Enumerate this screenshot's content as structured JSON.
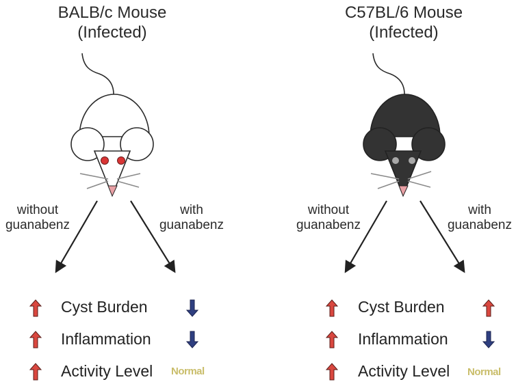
{
  "colors": {
    "up_arrow": "#d9473f",
    "down_arrow": "#2f3f80",
    "normal_text": "#c9bd6a",
    "white_mouse_body": "#ffffff",
    "black_mouse_body": "#333333",
    "white_mouse_eyes": "#d93535",
    "black_mouse_eyes": "#a8a8a8",
    "nose": "#e9a0a5"
  },
  "panels": [
    {
      "strain": "BALB/c Mouse",
      "status": "(Infected)",
      "mouse_color": "white",
      "branch_left": [
        "without",
        "guanabenz"
      ],
      "branch_right": [
        "with",
        "guanabenz"
      ],
      "outcomes": [
        {
          "label": "Cyst Burden",
          "without": "up",
          "with": "down"
        },
        {
          "label": "Inflammation",
          "without": "up",
          "with": "down"
        },
        {
          "label": "Activity Level",
          "without": "up",
          "with": "Normal"
        }
      ]
    },
    {
      "strain": "C57BL/6 Mouse",
      "status": "(Infected)",
      "mouse_color": "black",
      "branch_left": [
        "without",
        "guanabenz"
      ],
      "branch_right": [
        "with",
        "guanabenz"
      ],
      "outcomes": [
        {
          "label": "Cyst Burden",
          "without": "up",
          "with": "up"
        },
        {
          "label": "Inflammation",
          "without": "up",
          "with": "down"
        },
        {
          "label": "Activity Level",
          "without": "up",
          "with": "Normal"
        }
      ]
    }
  ]
}
